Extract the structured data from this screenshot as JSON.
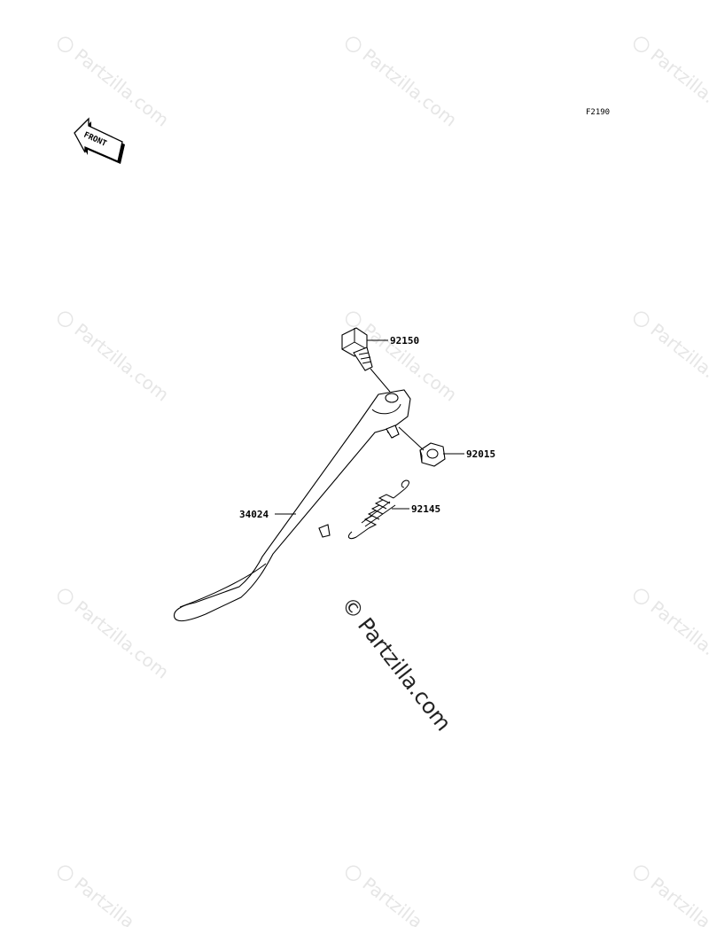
{
  "figure_code": "F2190",
  "front_indicator": "FRONT",
  "watermark": {
    "text": "Partzilla.com",
    "symbol": "©"
  },
  "parts": [
    {
      "number": "92150",
      "part": "bolt"
    },
    {
      "number": "92015",
      "part": "nut"
    },
    {
      "number": "92145",
      "part": "spring"
    },
    {
      "number": "34024",
      "part": "side-stand"
    }
  ],
  "colors": {
    "line": "#000000",
    "watermark_light": "#e6e6e6",
    "watermark_dark": "#222222",
    "background": "#ffffff"
  }
}
